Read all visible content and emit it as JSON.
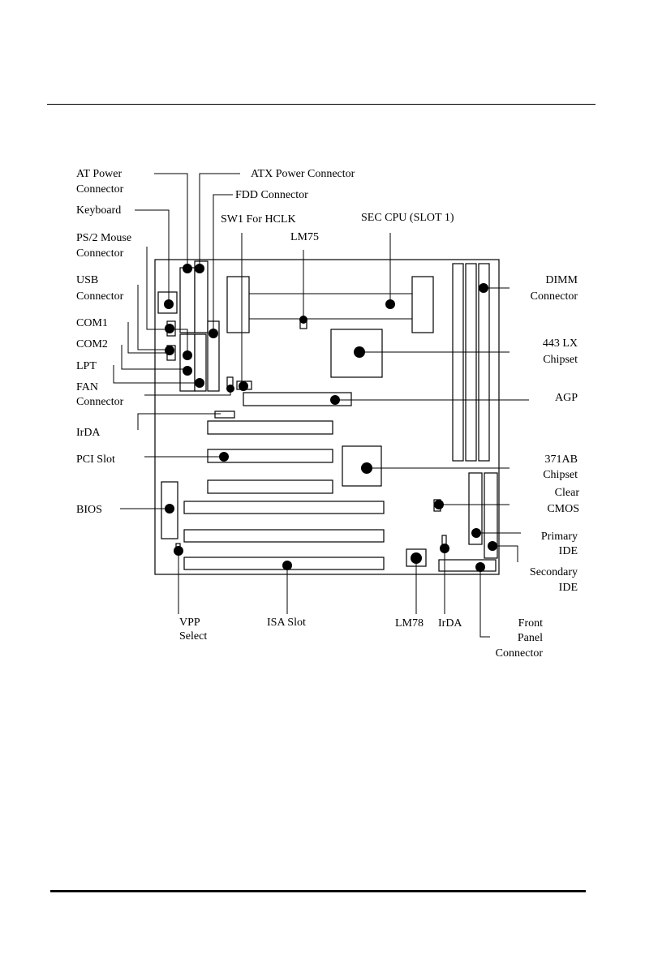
{
  "labels": {
    "at_power": [
      "AT Power",
      "Connector"
    ],
    "atx_power": "ATX Power Connector",
    "fdd": "FDD Connector",
    "keyboard": "Keyboard",
    "sw1": "SW1 For HCLK",
    "sec_cpu": "SEC CPU (SLOT 1)",
    "lm75": "LM75",
    "ps2": [
      "PS/2 Mouse",
      "Connector"
    ],
    "usb": [
      "USB",
      "Connector"
    ],
    "com1": "COM1",
    "com2": "COM2",
    "lpt": "LPT",
    "fan": [
      "FAN",
      "Connector"
    ],
    "irda_left": "IrDA",
    "pci": "PCI Slot",
    "bios": "BIOS",
    "dimm": [
      "DIMM",
      "Connector"
    ],
    "chipset443": [
      "443 LX",
      "Chipset"
    ],
    "agp": "AGP",
    "chipset371": [
      "371AB",
      "Chipset"
    ],
    "clear_cmos": [
      "Clear",
      "CMOS"
    ],
    "primary_ide": [
      "Primary",
      "IDE"
    ],
    "secondary_ide": [
      "Secondary",
      "IDE"
    ],
    "vpp": [
      "VPP",
      "Select"
    ],
    "isa": "ISA Slot",
    "lm78": "LM78",
    "irda_bottom": "IrDA",
    "front_panel": [
      "Front",
      "Panel",
      "Connector"
    ]
  }
}
